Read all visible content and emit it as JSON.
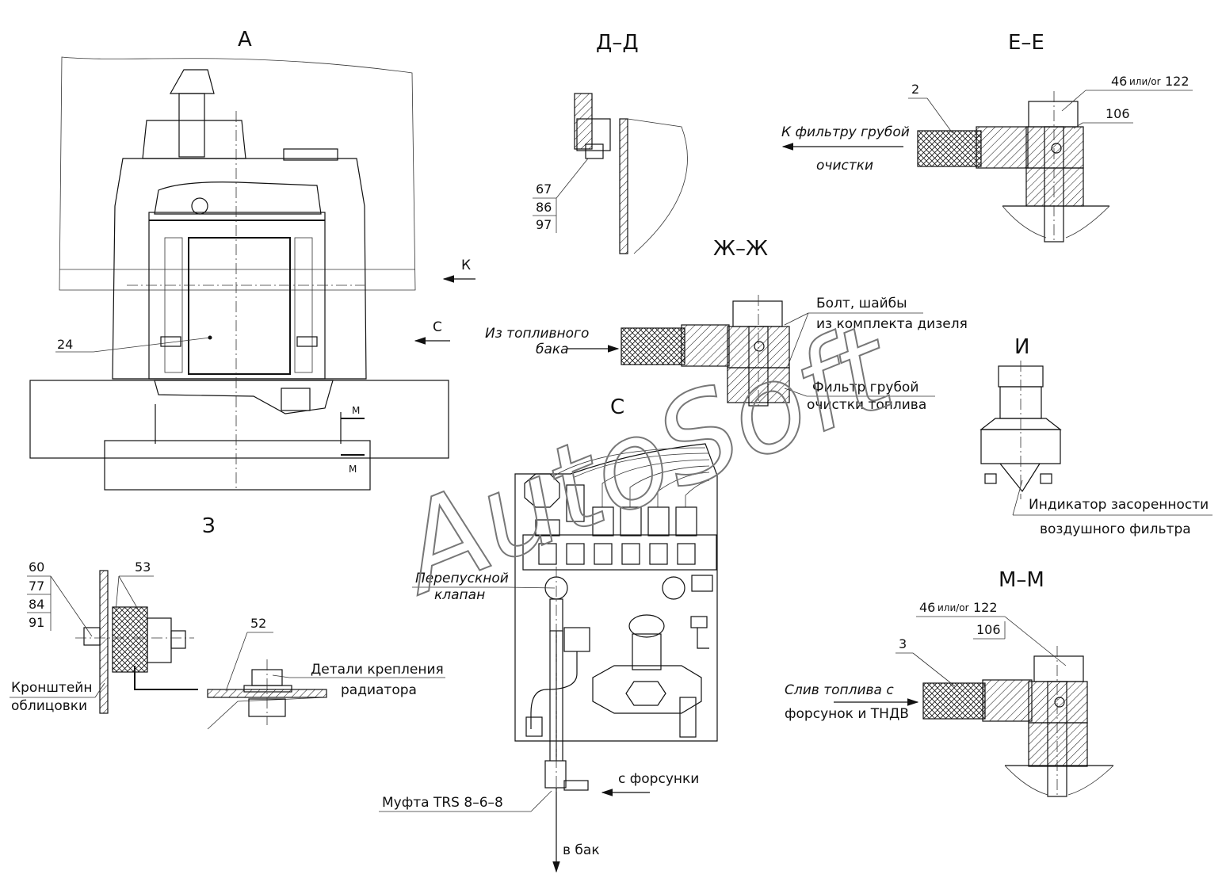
{
  "views": {
    "a": "А",
    "dd": "Д–Д",
    "ee": "Е–Е",
    "zhzh": "Ж–Ж",
    "i": "И",
    "z": "З",
    "s": "С",
    "mm": "М–М"
  },
  "arrows": {
    "k": "К",
    "c": "С",
    "m_top": "М",
    "m_bottom": "М"
  },
  "callouts": {
    "n24": "24",
    "dd_parts": [
      "67",
      "86",
      "97"
    ],
    "ee_left": "2",
    "ee_top": "46",
    "ee_top_or": "или/or",
    "ee_top_alt": "122",
    "ee_right": "106",
    "z_parts": [
      "60",
      "77",
      "84",
      "91"
    ],
    "z_53": "53",
    "z_52": "52",
    "mm_top": "46",
    "mm_top_or": "или/or",
    "mm_top_alt": "122",
    "mm_106": "106",
    "mm_3": "3"
  },
  "labels": {
    "to_coarse_filter_1": "К фильтру грубой",
    "to_coarse_filter_2": "очистки",
    "from_tank_1": "Из топливного",
    "from_tank_2": "бака",
    "bolt_1": "Болт, шайбы",
    "bolt_2": "из комплекта дизеля",
    "filter_1": "Фильтр грубой",
    "filter_2": "очистки топлива",
    "indicator_1": "Индикатор засоренности",
    "indicator_2": "воздушного фильтра",
    "bracket_1": "Кронштейн",
    "bracket_2": "облицовки",
    "radiator_1": "Детали крепления",
    "radiator_2": "радиатора",
    "bypass_1": "Перепускной",
    "bypass_2": "клапан",
    "drain_1": "Слив топлива с",
    "drain_2": "форсунок и ТНДВ",
    "from_injector": "с форсунки",
    "coupling": "Муфта TRS 8–6–8",
    "to_tank": "в бак"
  },
  "watermark": "AutoSoft"
}
